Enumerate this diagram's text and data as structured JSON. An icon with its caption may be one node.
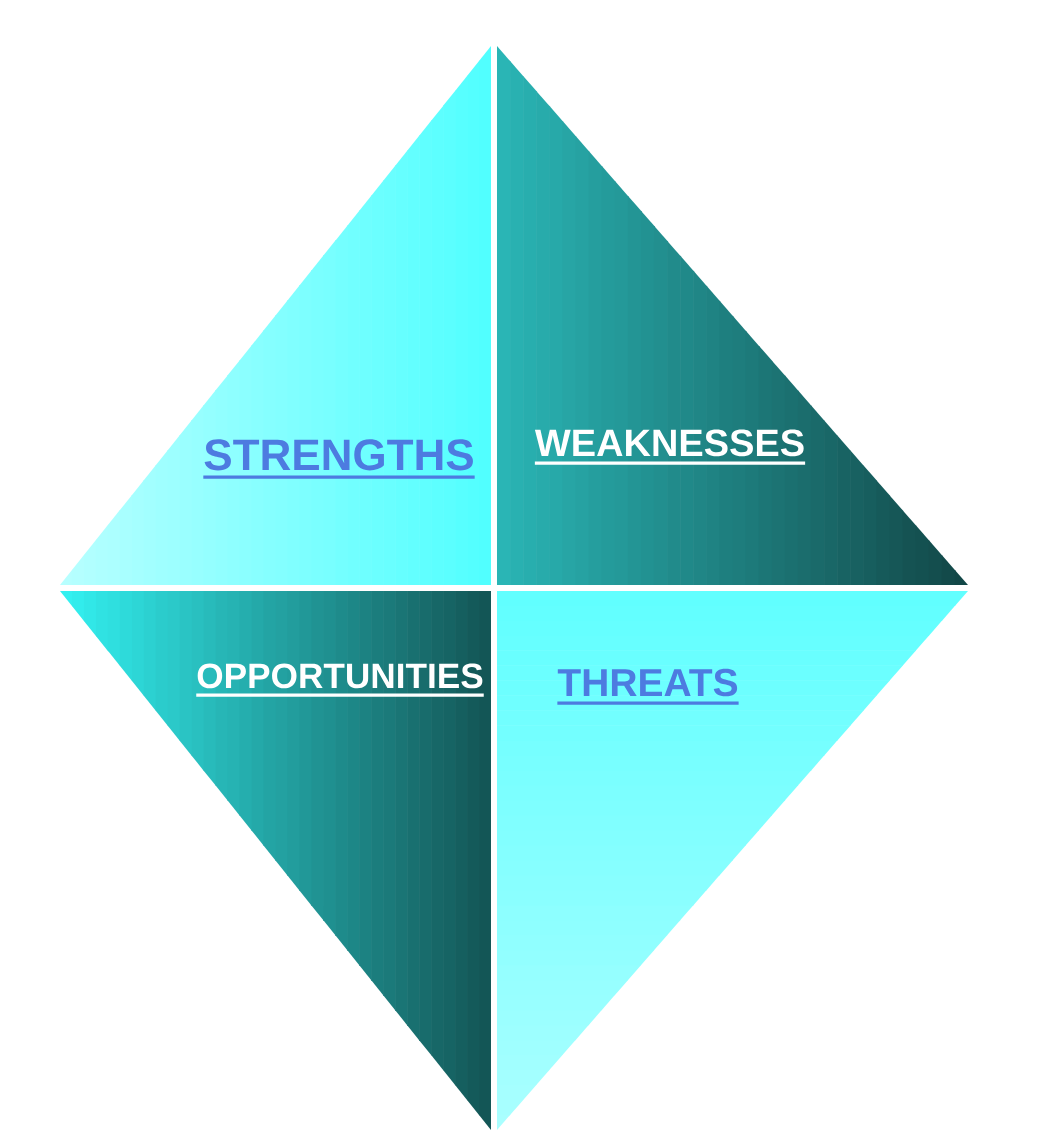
{
  "diagram": {
    "nodes": [
      {
        "text": [
          "STRENGTHS"
        ]
      },
      {
        "text": [
          "WEAKNESSES"
        ]
      },
      {
        "text": [
          "OPPORTUNITIES"
        ]
      },
      {
        "text": [
          "THREATS"
        ]
      }
    ]
  }
}
